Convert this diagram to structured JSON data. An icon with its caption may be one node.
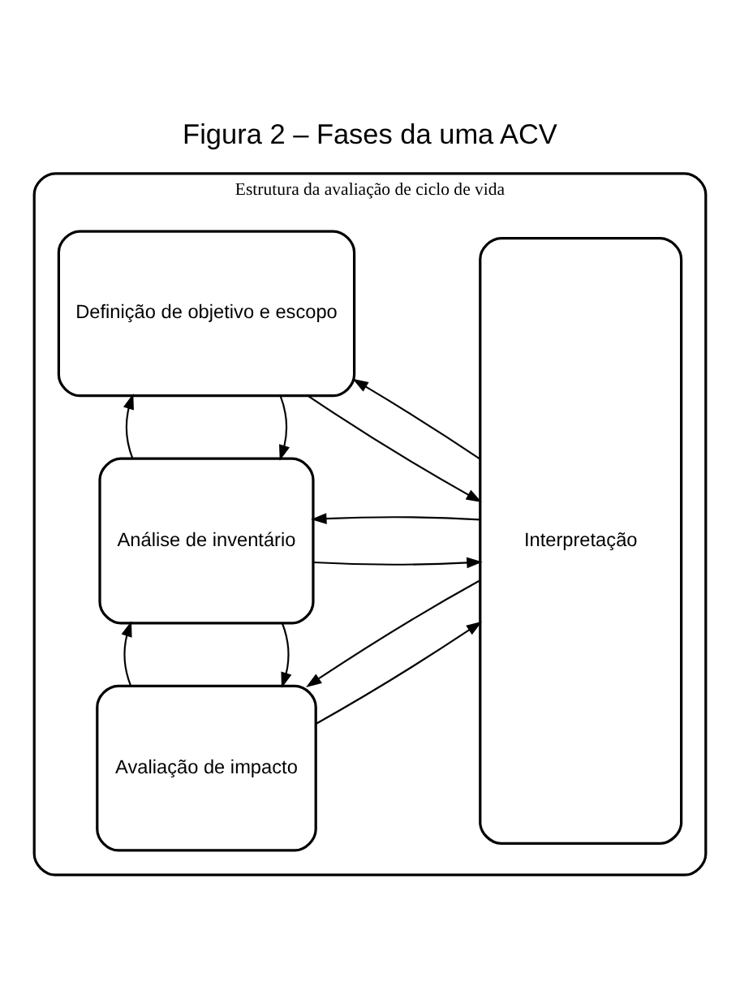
{
  "diagram": {
    "title": "Figura 2 – Fases da uma ACV",
    "nodes": [
      {
        "text": [
          "Estrutura da avaliação de ciclo de vida"
        ]
      },
      {
        "text": [
          "Definição de objetivo e escopo"
        ],
        "in": 0
      },
      {
        "text": [
          "Análise de inventário"
        ],
        "in": 0
      },
      {
        "text": [
          "Avaliação de impacto"
        ],
        "in": 0
      },
      {
        "text": [
          "Interpretação"
        ],
        "in": 0
      }
    ],
    "edges": [
      {
        "from": 1,
        "to": 4,
        "arrow": "to"
      },
      {
        "from": 4,
        "to": 1,
        "arrow": "to"
      },
      {
        "from": 1,
        "to": 2,
        "arrow": "to"
      },
      {
        "from": 2,
        "to": 1,
        "arrow": "to"
      },
      {
        "from": 2,
        "to": 4,
        "arrow": "to"
      },
      {
        "from": 4,
        "to": 2,
        "arrow": "to"
      },
      {
        "from": 2,
        "to": 3,
        "arrow": "to"
      },
      {
        "from": 3,
        "to": 2,
        "arrow": "to"
      },
      {
        "from": 3,
        "to": 4,
        "arrow": "to"
      },
      {
        "from": 4,
        "to": 3,
        "arrow": "to"
      }
    ]
  }
}
